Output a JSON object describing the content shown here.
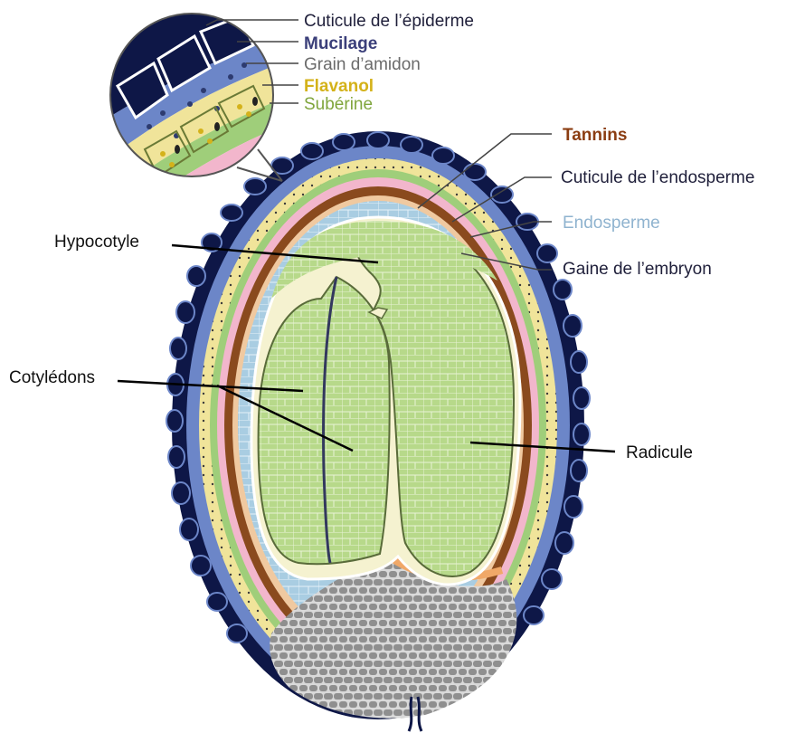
{
  "diagram": {
    "layers_left": {
      "cuticule_epiderme": "Cuticule de l’épiderme",
      "mucilage": "Mucilage",
      "grain_amidon": "Grain d’amidon",
      "flavanol": "Flavanol",
      "suberine": "Subérine"
    },
    "layers_right": {
      "tannins": "Tannins",
      "cuticule_endosperme": "Cuticule de l’endosperme",
      "endosperme": "Endosperme",
      "gaine_embryon": "Gaine de l’embryon"
    },
    "parts": {
      "hypocotyle": "Hypocotyle",
      "cotyledons": "Cotylédons",
      "radicule": "Radicule"
    }
  },
  "colors": {
    "epidermis_dark": "#0e1747",
    "mucilage_blue": "#6c86c8",
    "flavanol_yellow": "#f0e49a",
    "suberine_green": "#9fce7a",
    "pink_layer": "#f2b6cc",
    "tannin_brown": "#8a4a1e",
    "endosperm_blue": "#a9cde2",
    "embryo_green": "#b7d98a",
    "chalaza_gray": "#8f8f8f",
    "label_endosperme": "#8fb3cf",
    "label_tannins": "#8b3d12",
    "label_mucilage": "#3b3f7a",
    "label_grain": "#6b6b6b",
    "label_flavanol": "#d4b21a",
    "label_suberine": "#7fa53c"
  }
}
